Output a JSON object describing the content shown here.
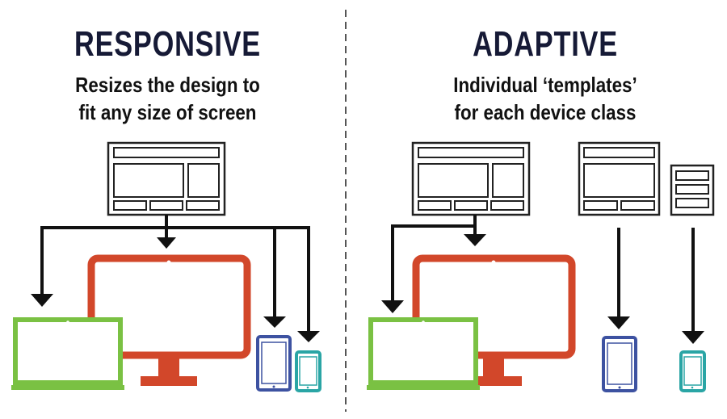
{
  "left": {
    "title": "RESPONSIVE",
    "subtitle_lines": [
      "Resizes the design to",
      "fit any size of screen"
    ]
  },
  "right": {
    "title": "ADAPTIVE",
    "subtitle_lines": [
      "Individual ‘templates’",
      "for each device class"
    ]
  },
  "colors": {
    "desktop": "#d2472a",
    "laptop": "#7ac143",
    "tablet": "#3d52a1",
    "phone": "#2aa5a5",
    "line": "#111111",
    "divider": "#555555"
  },
  "icons": [
    "wireframe-template-icon",
    "desktop-monitor-icon",
    "laptop-icon",
    "tablet-icon",
    "phone-icon",
    "arrow-down-icon"
  ]
}
